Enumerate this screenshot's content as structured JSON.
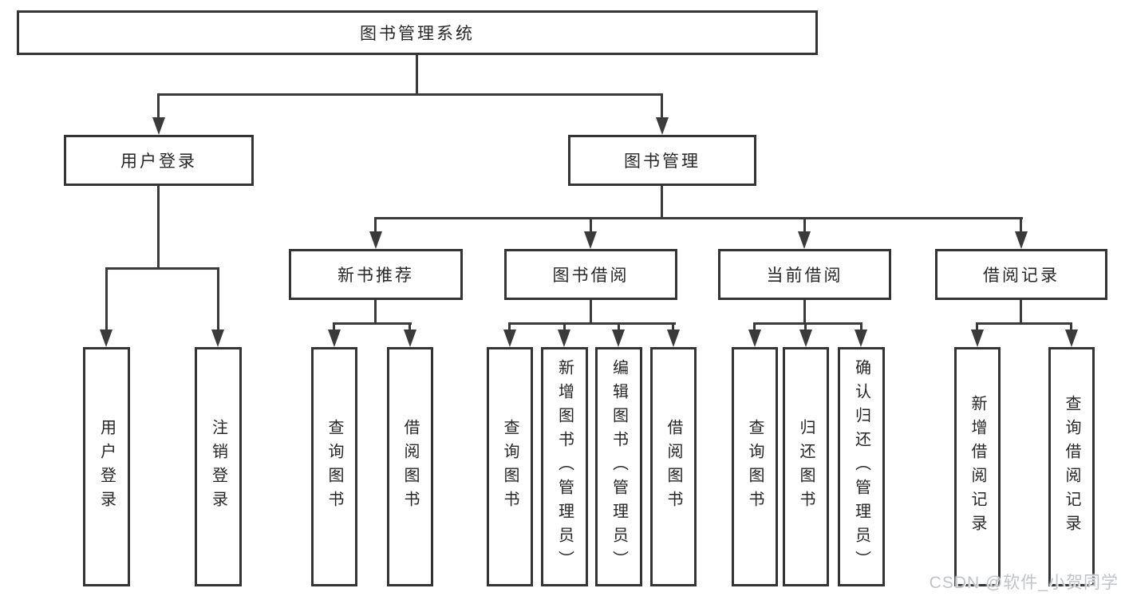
{
  "diagram_title": "图书管理系统",
  "nodes": {
    "root": "图书管理系统",
    "user_login": "用户登录",
    "book_mgmt": "图书管理",
    "new_book_rec": "新书推荐",
    "book_borrow": "图书借阅",
    "current_borrow": "当前借阅",
    "borrow_records": "借阅记录",
    "leaf_user_login": "用户登录",
    "leaf_logout": "注销登录",
    "leaf_rec_query": "查询图书",
    "leaf_rec_borrow": "借阅图书",
    "leaf_bb_query": "查询图书",
    "leaf_bb_add": "新增图书（管理员）",
    "leaf_bb_edit": "编辑图书（管理员）",
    "leaf_bb_borrow": "借阅图书",
    "leaf_cb_query": "查询图书",
    "leaf_cb_return": "归还图书",
    "leaf_cb_confirm": "确认归还（管理员）",
    "leaf_br_add": "新增借阅记录",
    "leaf_br_query": "查询借阅记录"
  },
  "hierarchy": {
    "图书管理系统": {
      "用户登录": [
        "用户登录",
        "注销登录"
      ],
      "图书管理": {
        "新书推荐": [
          "查询图书",
          "借阅图书"
        ],
        "图书借阅": [
          "查询图书",
          "新增图书（管理员）",
          "编辑图书（管理员）",
          "借阅图书"
        ],
        "当前借阅": [
          "查询图书",
          "归还图书",
          "确认归还（管理员）"
        ],
        "借阅记录": [
          "新增借阅记录",
          "查询借阅记录"
        ]
      }
    }
  },
  "watermark": {
    "text": "CSDN @软件_小贺同学"
  },
  "colors": {
    "line": "#3a3a3a",
    "box_border": "#343434",
    "text": "#262626",
    "background": "#ffffff",
    "watermark_text": "#bfc3c7"
  }
}
